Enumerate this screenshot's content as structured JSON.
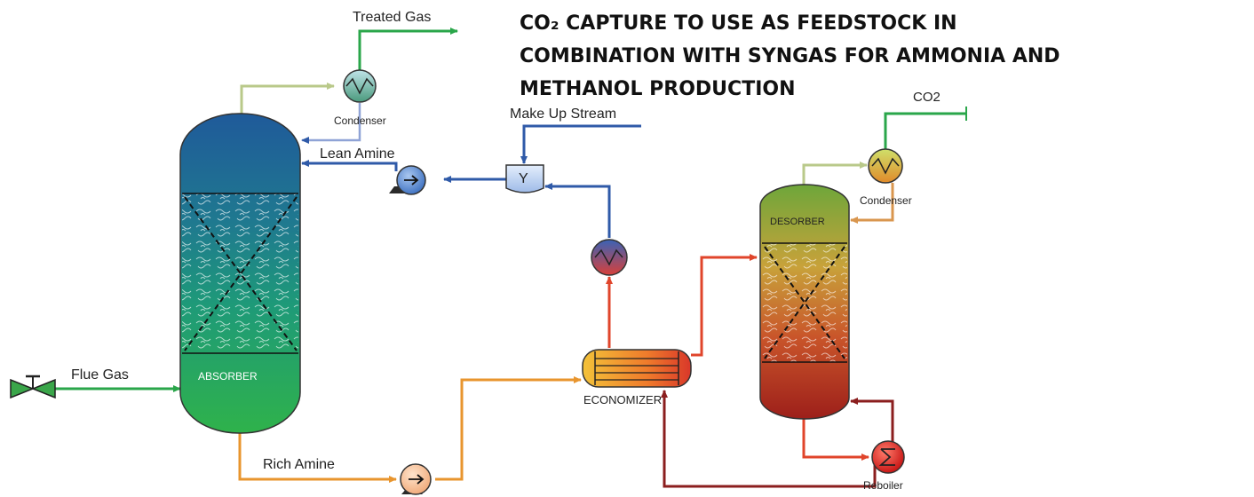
{
  "title": {
    "line1": "CO₂ CAPTURE TO USE  AS FEEDSTOCK IN",
    "line2": "COMBINATION WITH SYNGAS FOR AMMONIA AND",
    "line3": "METHANOL PRODUCTION"
  },
  "streams": {
    "treated_gas": "Treated Gas",
    "make_up": "Make Up Stream",
    "lean_amine": "Lean Amine",
    "flue_gas": "Flue Gas",
    "rich_amine": "Rich Amine",
    "co2": "CO2"
  },
  "equipment": {
    "absorber": "ABSORBER",
    "desorber": "DESORBER",
    "economizer": "ECONOMIZER",
    "condenser_absorber": "Condenser",
    "condenser_desorber": "Condenser",
    "reboiler": "Reboiler",
    "mixer_symbol": "Y"
  },
  "colors": {
    "gas_line": "#2aa64a",
    "lean_line": "#2f5aa8",
    "overhead_line": "#b9c98a",
    "rich_line": "#e8952e",
    "hot_line": "#e0452b",
    "reflux_line": "#d9964e",
    "bottoms_line": "#8b1e1e",
    "absorber_top": "#1f5a9a",
    "absorber_bottom": "#2fb24b",
    "desorber_top": "#6ea63a",
    "desorber_bottom": "#9d1f1a"
  }
}
